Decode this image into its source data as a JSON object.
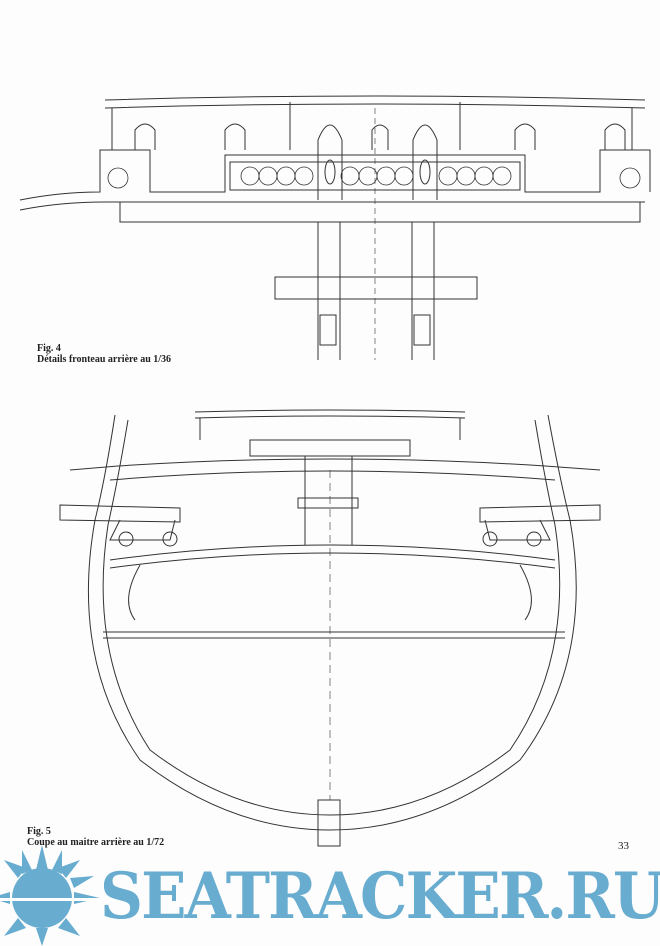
{
  "figures": [
    {
      "number": "Fig. 4",
      "caption": "Détails fronteau arrière au 1/36"
    },
    {
      "number": "Fig. 5",
      "caption": "Coupe au maitre arrière au 1/72"
    }
  ],
  "page_number": "33",
  "watermark": {
    "text": "SEATRACKER.RU",
    "color": "#68acd0",
    "icon": "sun-icon"
  }
}
